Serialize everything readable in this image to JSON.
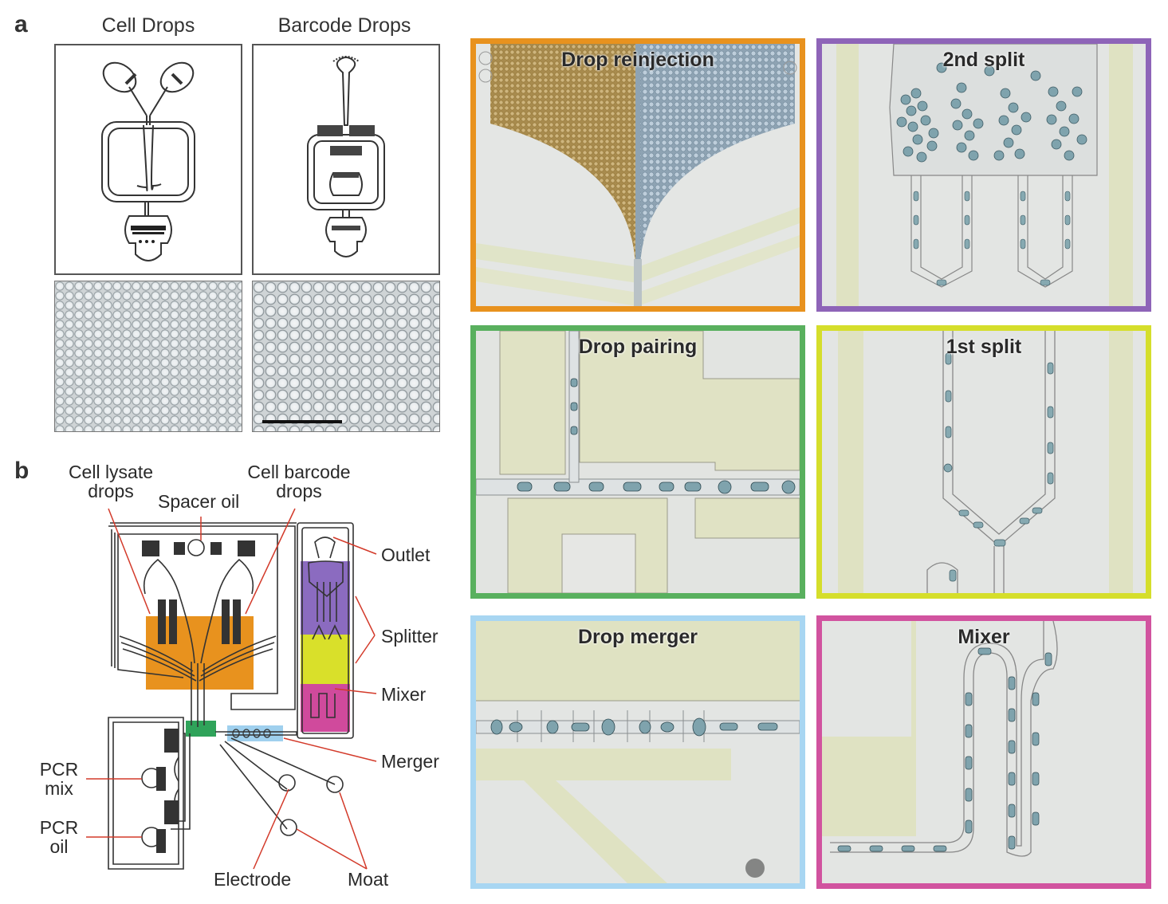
{
  "panel_a": {
    "letter": "a",
    "titles": [
      "Cell Drops",
      "Barcode Drops"
    ]
  },
  "panel_b": {
    "letter": "b",
    "labels": {
      "cell_lysate": "Cell lysate\ndrops",
      "spacer_oil": "Spacer oil",
      "cell_barcode": "Cell barcode\ndrops",
      "outlet": "Outlet",
      "splitter": "Splitter",
      "mixer": "Mixer",
      "merger": "Merger",
      "pcr_mix": "PCR\nmix",
      "pcr_oil": "PCR\noil",
      "electrode": "Electrode",
      "moat": "Moat"
    },
    "colors": {
      "reinjection": "#e8921e",
      "second_split": "#8b6bc0",
      "first_split": "#d9e02a",
      "mixer": "#d04a9c",
      "pairing": "#2fa35a",
      "merger": "#9fd0ee",
      "leader_line": "#d33a2a"
    }
  },
  "micrographs": [
    {
      "title": "Drop reinjection",
      "frame_color": "#e8921e"
    },
    {
      "title": "2nd split",
      "frame_color": "#8e64b8"
    },
    {
      "title": "Drop pairing",
      "frame_color": "#59b05e"
    },
    {
      "title": "1st split",
      "frame_color": "#d5de2b"
    },
    {
      "title": "Drop merger",
      "frame_color": "#a8d6f2"
    },
    {
      "title": "Mixer",
      "frame_color": "#d1539f"
    }
  ]
}
